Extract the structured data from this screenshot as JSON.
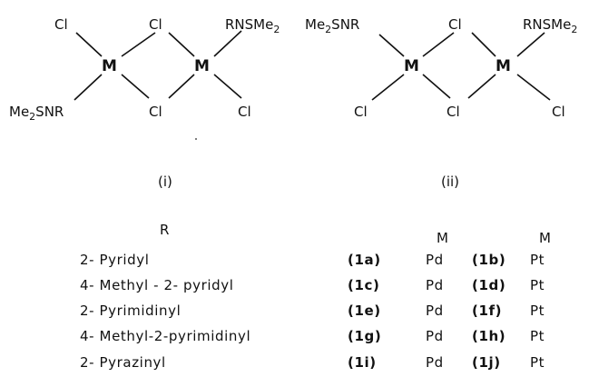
{
  "structure_i": {
    "tl": "Cl",
    "top_bridge": "Cl",
    "tr_main": "RNSMe",
    "tr_sub": "2",
    "m1": "M",
    "m2": "M",
    "bl_a": "Me",
    "bl_sub": "2",
    "bl_b": "SNR",
    "bottom_bridge": "Cl",
    "br": "Cl"
  },
  "structure_ii": {
    "tl_a": "Me",
    "tl_sub": "2",
    "tl_b": "SNR",
    "top_bridge": "Cl",
    "tr_main": "RNSMe",
    "tr_sub": "2",
    "m1": "M",
    "m2": "M",
    "bl": "Cl",
    "bottom_bridge": "Cl",
    "br": "Cl"
  },
  "captions": [
    "(i)",
    "(ii)"
  ],
  "table": {
    "header_r": "R",
    "header_m1": "M",
    "header_m2": "M",
    "rows": [
      {
        "name": "2- Pyridyl",
        "code1": "(1a)",
        "m1": "Pd",
        "code2": "(1b)",
        "m2": "Pt"
      },
      {
        "name": "4- Methyl - 2- pyridyl",
        "code1": "(1c)",
        "m1": "Pd",
        "code2": "(1d)",
        "m2": "Pt"
      },
      {
        "name": "2- Pyrimidinyl",
        "code1": "(1e)",
        "m1": "Pd",
        "code2": "(1f)",
        "m2": "Pt"
      },
      {
        "name": "4- Methyl-2-pyrimidinyl",
        "code1": "(1g)",
        "m1": "Pd",
        "code2": "(1h)",
        "m2": "Pt"
      },
      {
        "name": "2- Pyrazinyl",
        "code1": "(1i)",
        "m1": "Pd",
        "code2": "(1j)",
        "m2": "Pt"
      }
    ]
  }
}
